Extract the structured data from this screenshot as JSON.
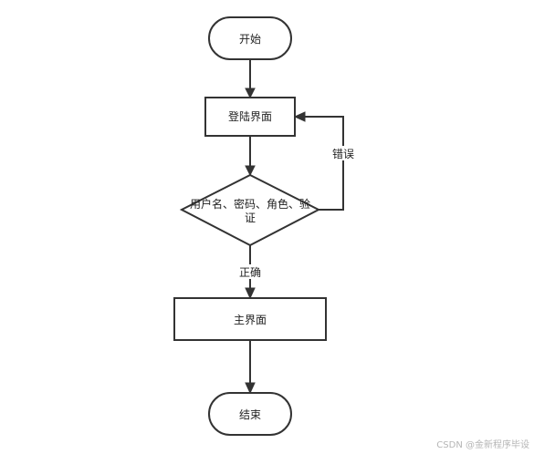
{
  "nodes": {
    "start": {
      "label": "开始"
    },
    "login": {
      "label": "登陆界面"
    },
    "verify": {
      "label_line1": "用户名、密码、角色、验",
      "label_line2": "证"
    },
    "main": {
      "label": "主界面"
    },
    "end": {
      "label": "结束"
    }
  },
  "edges": {
    "error": {
      "label": "错误"
    },
    "correct": {
      "label": "正确"
    }
  },
  "watermark": {
    "text": "CSDN @金新程序毕设"
  }
}
